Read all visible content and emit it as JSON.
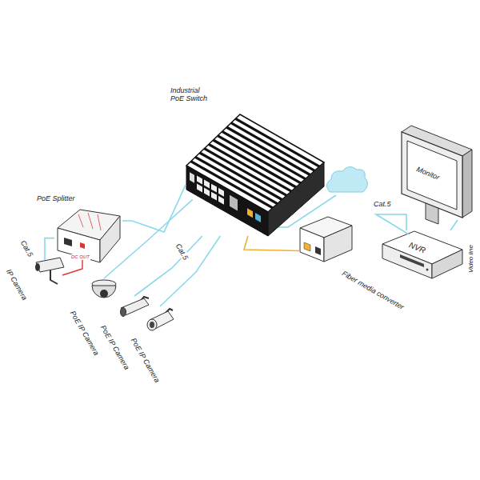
{
  "diagram": {
    "nodes": [
      {
        "text": [
          "Industrial PoE Switch"
        ]
      },
      {
        "text": [
          "PoE Splitter"
        ]
      },
      {
        "text": [
          "IP Camera"
        ]
      },
      {
        "text": [
          "PoE IP Camera"
        ]
      },
      {
        "text": [
          "PoE IP Camera"
        ]
      },
      {
        "text": [
          "PoE IP Camera"
        ]
      },
      {
        "text": [
          "Fiber media converter"
        ]
      },
      {
        "text": [
          "NVR"
        ]
      },
      {
        "text": [
          "Monitor"
        ]
      }
    ],
    "edges": [
      {
        "from": 0,
        "to": 1,
        "arrow": "none"
      },
      {
        "from": 1,
        "to": 2,
        "label": "Cat.5",
        "arrow": "none"
      },
      {
        "from": 0,
        "to": 3,
        "arrow": "none"
      },
      {
        "from": 0,
        "to": 4,
        "label": "Cat.5",
        "arrow": "none"
      },
      {
        "from": 0,
        "to": 5,
        "arrow": "none"
      },
      {
        "from": 0,
        "to": 6,
        "arrow": "none"
      },
      {
        "from": 6,
        "to": 7,
        "label": "Cat.5",
        "arrow": "none"
      },
      {
        "from": 7,
        "to": 8,
        "label": "Video line",
        "arrow": "none"
      }
    ],
    "labels": [
      "DC OUT"
    ]
  }
}
